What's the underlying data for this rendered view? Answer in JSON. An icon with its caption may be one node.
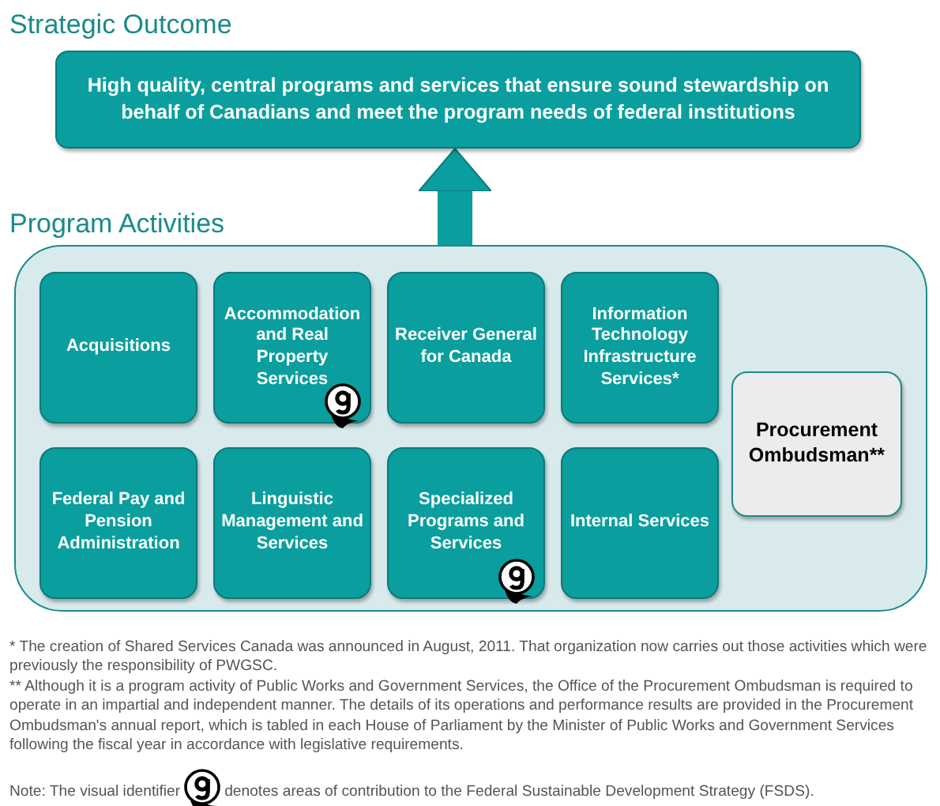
{
  "diagram": {
    "nodes": [
      {
        "text": [
          "Strategic Outcome",
          "High quality, central programs and services that ensure sound stewardship on behalf of Canadians and meet the program needs of federal institutions"
        ]
      },
      {
        "text": [
          "Program Activities"
        ]
      },
      {
        "text": [
          "Acquisitions"
        ],
        "in": 1
      },
      {
        "text": [
          "Accommodation and Real Property Services"
        ],
        "in": 1
      },
      {
        "text": [
          "Receiver General for Canada"
        ],
        "in": 1
      },
      {
        "text": [
          "Information Technology Infrastructure Services*"
        ],
        "in": 1
      },
      {
        "text": [
          "Procurement Ombudsman**"
        ],
        "in": 1
      },
      {
        "text": [
          "Federal Pay and Pension Administration"
        ],
        "in": 1
      },
      {
        "text": [
          "Linguistic Management and Services"
        ],
        "in": 1
      },
      {
        "text": [
          "Specialized Programs and Services"
        ],
        "in": 1
      },
      {
        "text": [
          "Internal Services"
        ],
        "in": 1
      }
    ],
    "edges": [
      {
        "from": 1,
        "to": 0,
        "arrow": "to"
      }
    ],
    "labels": [
      "* The creation of Shared Services Canada was announced in August, 2011. That organization now carries out those activities which were previously the responsibility of PWGSC.",
      "** Although it is a program activity of Public Works and Government Services, the Office of the Procurement Ombudsman is required to operate in an impartial and independent manner. The details of its operations and performance results are provided in the Procurement Ombudsman's annual report, which is tabled in each House of Parliament by the Minister of Public Works and Government Services following the fiscal year in accordance with legislative requirements.",
      "Note: The visual identifier",
      "denotes areas of contribution to the Federal Sustainable Development Strategy (FSDS)."
    ]
  }
}
